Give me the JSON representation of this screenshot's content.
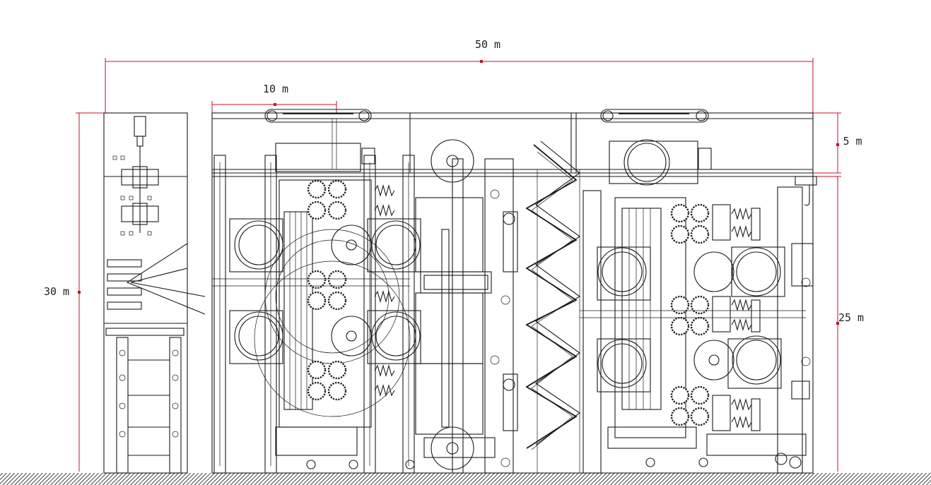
{
  "dimensions": {
    "overall_width": "50 m",
    "module_width": "10 m",
    "overall_height": "30 m",
    "top_section_height": "5 m",
    "lower_section_height": "25 m"
  },
  "colors": {
    "dimension_line": "#c8102e",
    "drawing_line": "#1a1a1a",
    "background": "#ffffff"
  }
}
